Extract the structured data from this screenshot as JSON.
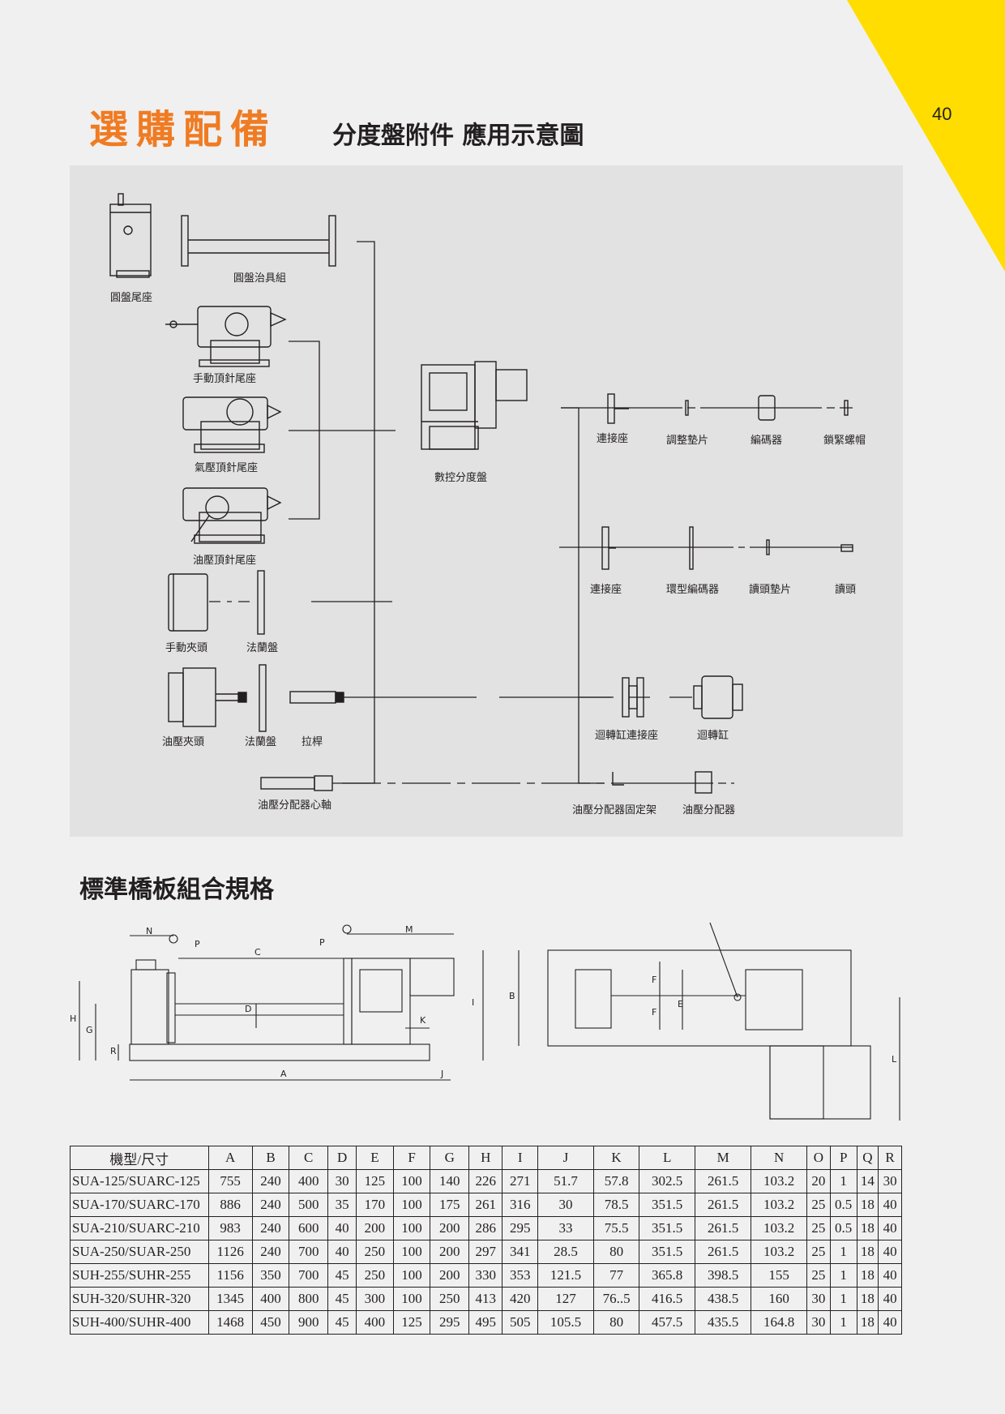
{
  "page": {
    "number": "40",
    "title": "選購配備",
    "subtitle": "分度盤附件 應用示意圖",
    "accent_color": "#ffdd00",
    "title_color": "#f07b22"
  },
  "diagram": {
    "labels": {
      "tailstock_plate": "圓盤尾座",
      "fixture_set": "圓盤治具組",
      "manual_tailstock": "手動頂針尾座",
      "pneumatic_tailstock": "氣壓頂針尾座",
      "hydraulic_tailstock": "油壓頂針尾座",
      "manual_chuck": "手動夾頭",
      "flange_1": "法蘭盤",
      "hydraulic_chuck": "油壓夾頭",
      "flange_2": "法蘭盤",
      "draw_bar": "拉桿",
      "distributor_shaft": "油壓分配器心軸",
      "cnc_table": "數控分度盤",
      "connector_1": "連接座",
      "adjust_shim": "調整墊片",
      "encoder": "編碼器",
      "lock_nut": "鎖緊螺帽",
      "connector_2": "連接座",
      "ring_encoder": "環型編碼器",
      "reader_shim": "讀頭墊片",
      "reader_head": "讀頭",
      "rotary_cyl_connector": "迴轉缸連接座",
      "rotary_cyl": "迴轉缸",
      "distributor_bracket": "油壓分配器固定架",
      "distributor": "油壓分配器"
    }
  },
  "section2": {
    "title": "標準橋板組合規格"
  },
  "dims": [
    "N",
    "P",
    "C",
    "P",
    "M",
    "H",
    "G",
    "R",
    "D",
    "K",
    "I",
    "A",
    "J",
    "B",
    "F",
    "F",
    "E",
    "L"
  ],
  "table": {
    "headers": [
      "機型/尺寸",
      "A",
      "B",
      "C",
      "D",
      "E",
      "F",
      "G",
      "H",
      "I",
      "J",
      "K",
      "L",
      "M",
      "N",
      "O",
      "P",
      "Q",
      "R"
    ],
    "rows": [
      [
        "SUA-125/SUARC-125",
        "755",
        "240",
        "400",
        "30",
        "125",
        "100",
        "140",
        "226",
        "271",
        "51.7",
        "57.8",
        "302.5",
        "261.5",
        "103.2",
        "20",
        "1",
        "14",
        "30"
      ],
      [
        "SUA-170/SUARC-170",
        "886",
        "240",
        "500",
        "35",
        "170",
        "100",
        "175",
        "261",
        "316",
        "30",
        "78.5",
        "351.5",
        "261.5",
        "103.2",
        "25",
        "0.5",
        "18",
        "40"
      ],
      [
        "SUA-210/SUARC-210",
        "983",
        "240",
        "600",
        "40",
        "200",
        "100",
        "200",
        "286",
        "295",
        "33",
        "75.5",
        "351.5",
        "261.5",
        "103.2",
        "25",
        "0.5",
        "18",
        "40"
      ],
      [
        "SUA-250/SUAR-250",
        "1126",
        "240",
        "700",
        "40",
        "250",
        "100",
        "200",
        "297",
        "341",
        "28.5",
        "80",
        "351.5",
        "261.5",
        "103.2",
        "25",
        "1",
        "18",
        "40"
      ],
      [
        "SUH-255/SUHR-255",
        "1156",
        "350",
        "700",
        "45",
        "250",
        "100",
        "200",
        "330",
        "353",
        "121.5",
        "77",
        "365.8",
        "398.5",
        "155",
        "25",
        "1",
        "18",
        "40"
      ],
      [
        "SUH-320/SUHR-320",
        "1345",
        "400",
        "800",
        "45",
        "300",
        "100",
        "250",
        "413",
        "420",
        "127",
        "76..5",
        "416.5",
        "438.5",
        "160",
        "30",
        "1",
        "18",
        "40"
      ],
      [
        "SUH-400/SUHR-400",
        "1468",
        "450",
        "900",
        "45",
        "400",
        "125",
        "295",
        "495",
        "505",
        "105.5",
        "80",
        "457.5",
        "435.5",
        "164.8",
        "30",
        "1",
        "18",
        "40"
      ]
    ]
  }
}
